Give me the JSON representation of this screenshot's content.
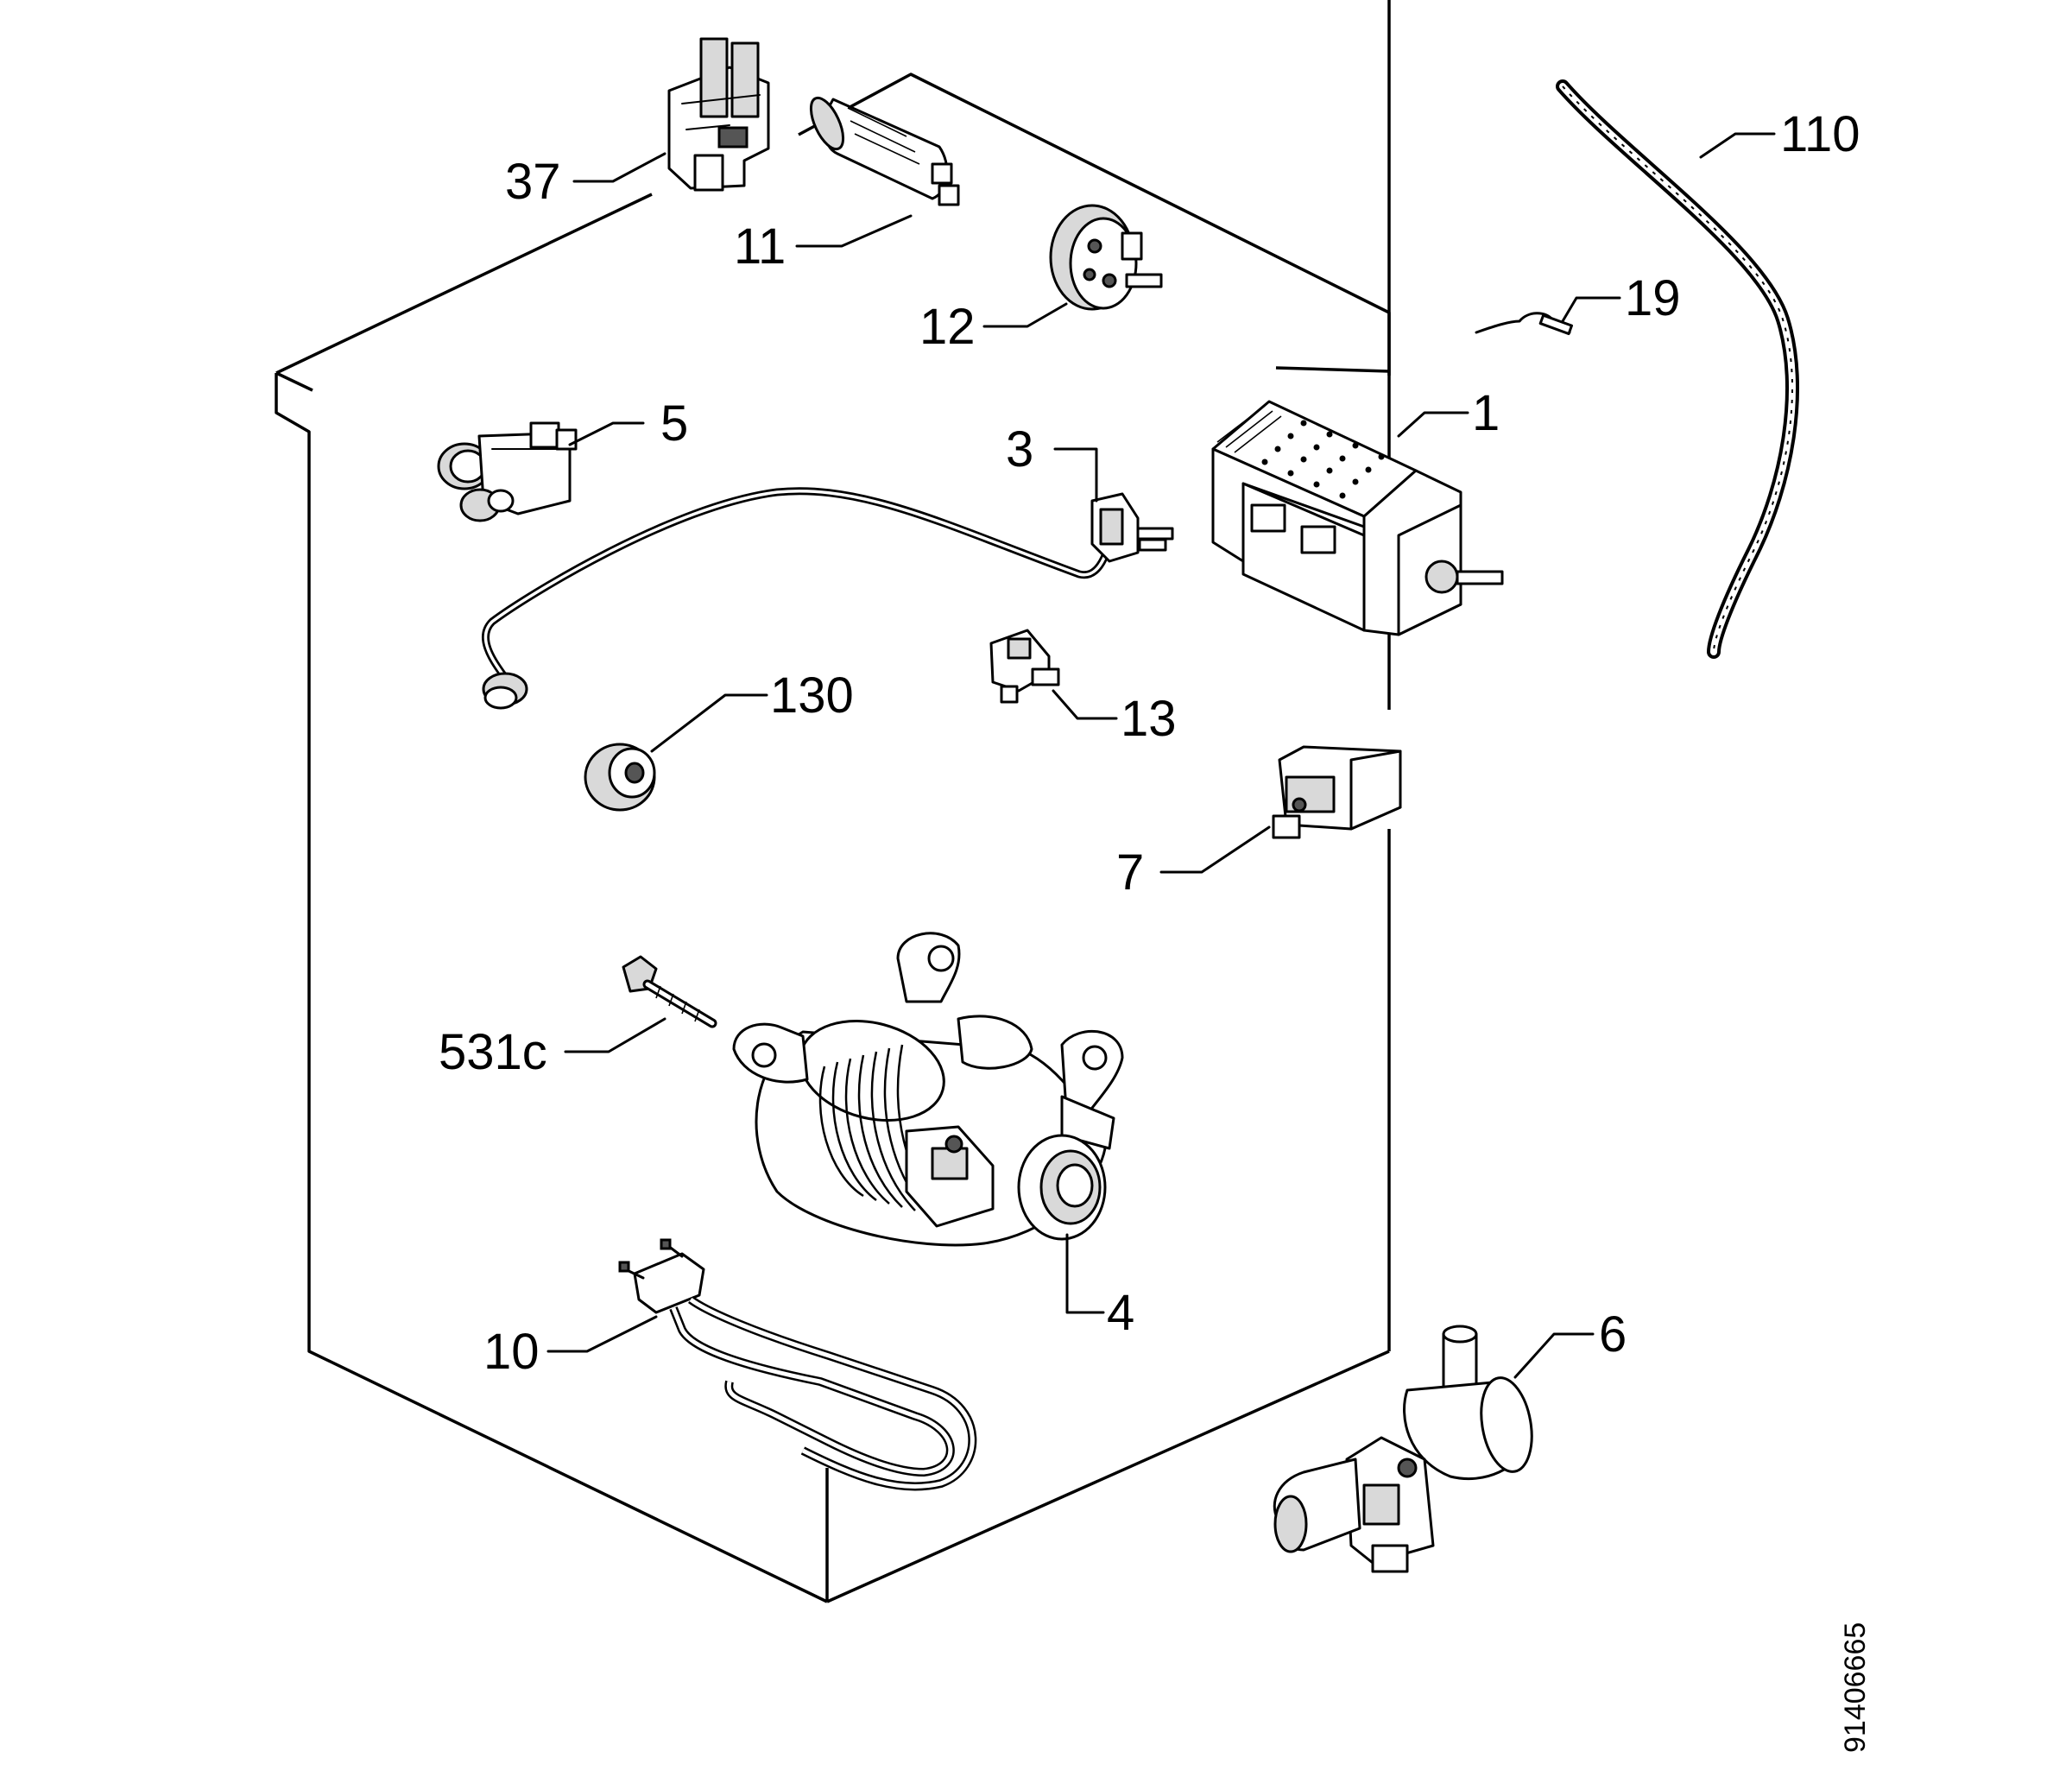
{
  "diagram": {
    "part_labels": [
      {
        "id": "p37",
        "text": "37"
      },
      {
        "id": "p11",
        "text": "11"
      },
      {
        "id": "p12",
        "text": "12"
      },
      {
        "id": "p110",
        "text": "110"
      },
      {
        "id": "p19",
        "text": "19"
      },
      {
        "id": "p1",
        "text": "1"
      },
      {
        "id": "p5",
        "text": "5"
      },
      {
        "id": "p3",
        "text": "3"
      },
      {
        "id": "p130",
        "text": "130"
      },
      {
        "id": "p13",
        "text": "13"
      },
      {
        "id": "p7",
        "text": "7"
      },
      {
        "id": "p531c",
        "text": "531c"
      },
      {
        "id": "p4",
        "text": "4"
      },
      {
        "id": "p10",
        "text": "10"
      },
      {
        "id": "p6",
        "text": "6"
      }
    ],
    "reference_code": "91406665"
  }
}
